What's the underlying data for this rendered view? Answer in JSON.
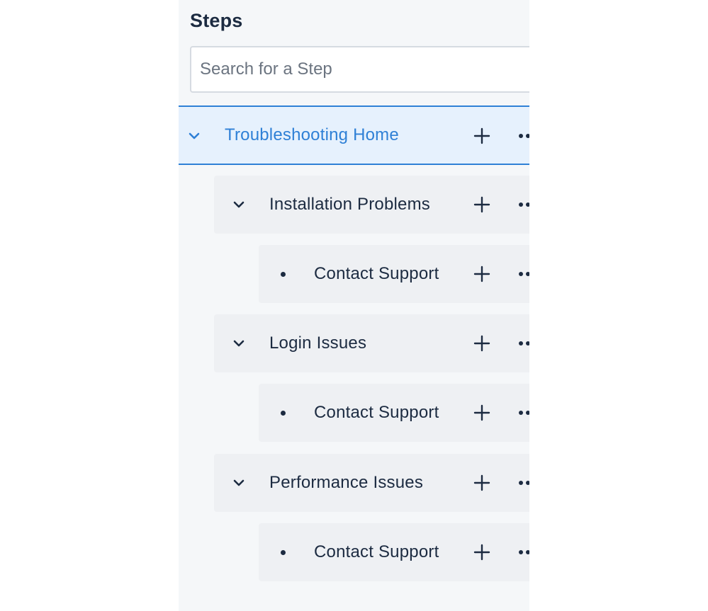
{
  "panel": {
    "title": "Steps",
    "search": {
      "placeholder": "Search for a Step",
      "value": ""
    }
  },
  "steps": {
    "root": {
      "label": "Troubleshooting Home",
      "expanded": true,
      "selected": true
    },
    "installation": {
      "label": "Installation Problems",
      "expanded": true
    },
    "installation_contact": {
      "label": "Contact Support"
    },
    "login": {
      "label": "Login Issues",
      "expanded": true
    },
    "login_contact": {
      "label": "Contact Support"
    },
    "performance": {
      "label": "Performance Issues",
      "expanded": true
    },
    "performance_contact": {
      "label": "Contact Support"
    }
  },
  "icons": {
    "expand": "chevron-down-icon",
    "add": "plus-icon",
    "more": "more-horizontal-icon",
    "leaf": "bullet-icon"
  },
  "colors": {
    "accent": "#2f80d6",
    "selected_background": "#e6f1fd",
    "text": "#1c2b41",
    "panel_background": "#f5f7f9",
    "row_background": "#eef0f3"
  }
}
